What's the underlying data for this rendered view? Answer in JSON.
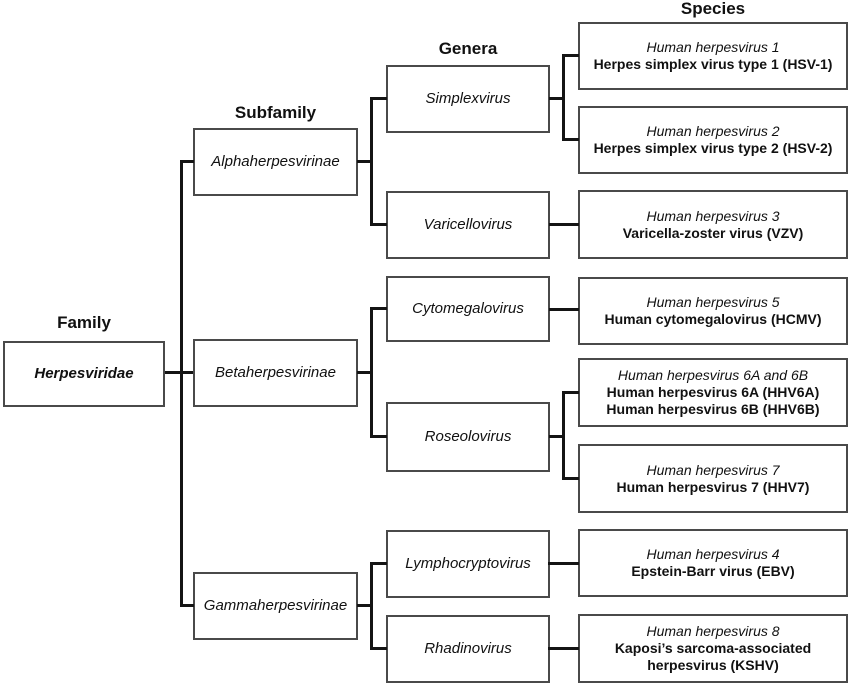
{
  "column_headers": {
    "family": "Family",
    "subfamily": "Subfamily",
    "genera": "Genera",
    "species": "Species"
  },
  "tree": {
    "family": "Herpesviridae",
    "subfamilies": [
      {
        "name": "Alphaherpesvirinae",
        "genera": [
          {
            "name": "Simplexvirus",
            "species": [
              {
                "taxon": "Human herpesvirus 1",
                "common": [
                  "Herpes simplex virus type 1 (HSV-1)"
                ]
              },
              {
                "taxon": "Human herpesvirus 2",
                "common": [
                  "Herpes simplex virus type 2 (HSV-2)"
                ]
              }
            ]
          },
          {
            "name": "Varicellovirus",
            "species": [
              {
                "taxon": "Human herpesvirus 3",
                "common": [
                  "Varicella-zoster virus (VZV)"
                ]
              }
            ]
          }
        ]
      },
      {
        "name": "Betaherpesvirinae",
        "genera": [
          {
            "name": "Cytomegalovirus",
            "species": [
              {
                "taxon": "Human herpesvirus 5",
                "common": [
                  "Human cytomegalovirus (HCMV)"
                ]
              }
            ]
          },
          {
            "name": "Roseolovirus",
            "species": [
              {
                "taxon": "Human herpesvirus 6A and 6B",
                "common": [
                  "Human herpesvirus 6A (HHV6A)",
                  "Human herpesvirus 6B (HHV6B)"
                ]
              },
              {
                "taxon": "Human herpesvirus 7",
                "common": [
                  "Human herpesvirus 7 (HHV7)"
                ]
              }
            ]
          }
        ]
      },
      {
        "name": "Gammaherpesvirinae",
        "genera": [
          {
            "name": "Lymphocryptovirus",
            "species": [
              {
                "taxon": "Human herpesvirus 4",
                "common": [
                  "Epstein-Barr virus (EBV)"
                ]
              }
            ]
          },
          {
            "name": "Rhadinovirus",
            "species": [
              {
                "taxon": "Human herpesvirus 8",
                "common": [
                  "Kaposi’s sarcoma-associated herpesvirus (KSHV)"
                ]
              }
            ]
          }
        ]
      }
    ]
  },
  "colors": {
    "background": "#ffffff",
    "box_border": "#4a4a4a",
    "connector_line": "#141414",
    "text": "#111111"
  }
}
